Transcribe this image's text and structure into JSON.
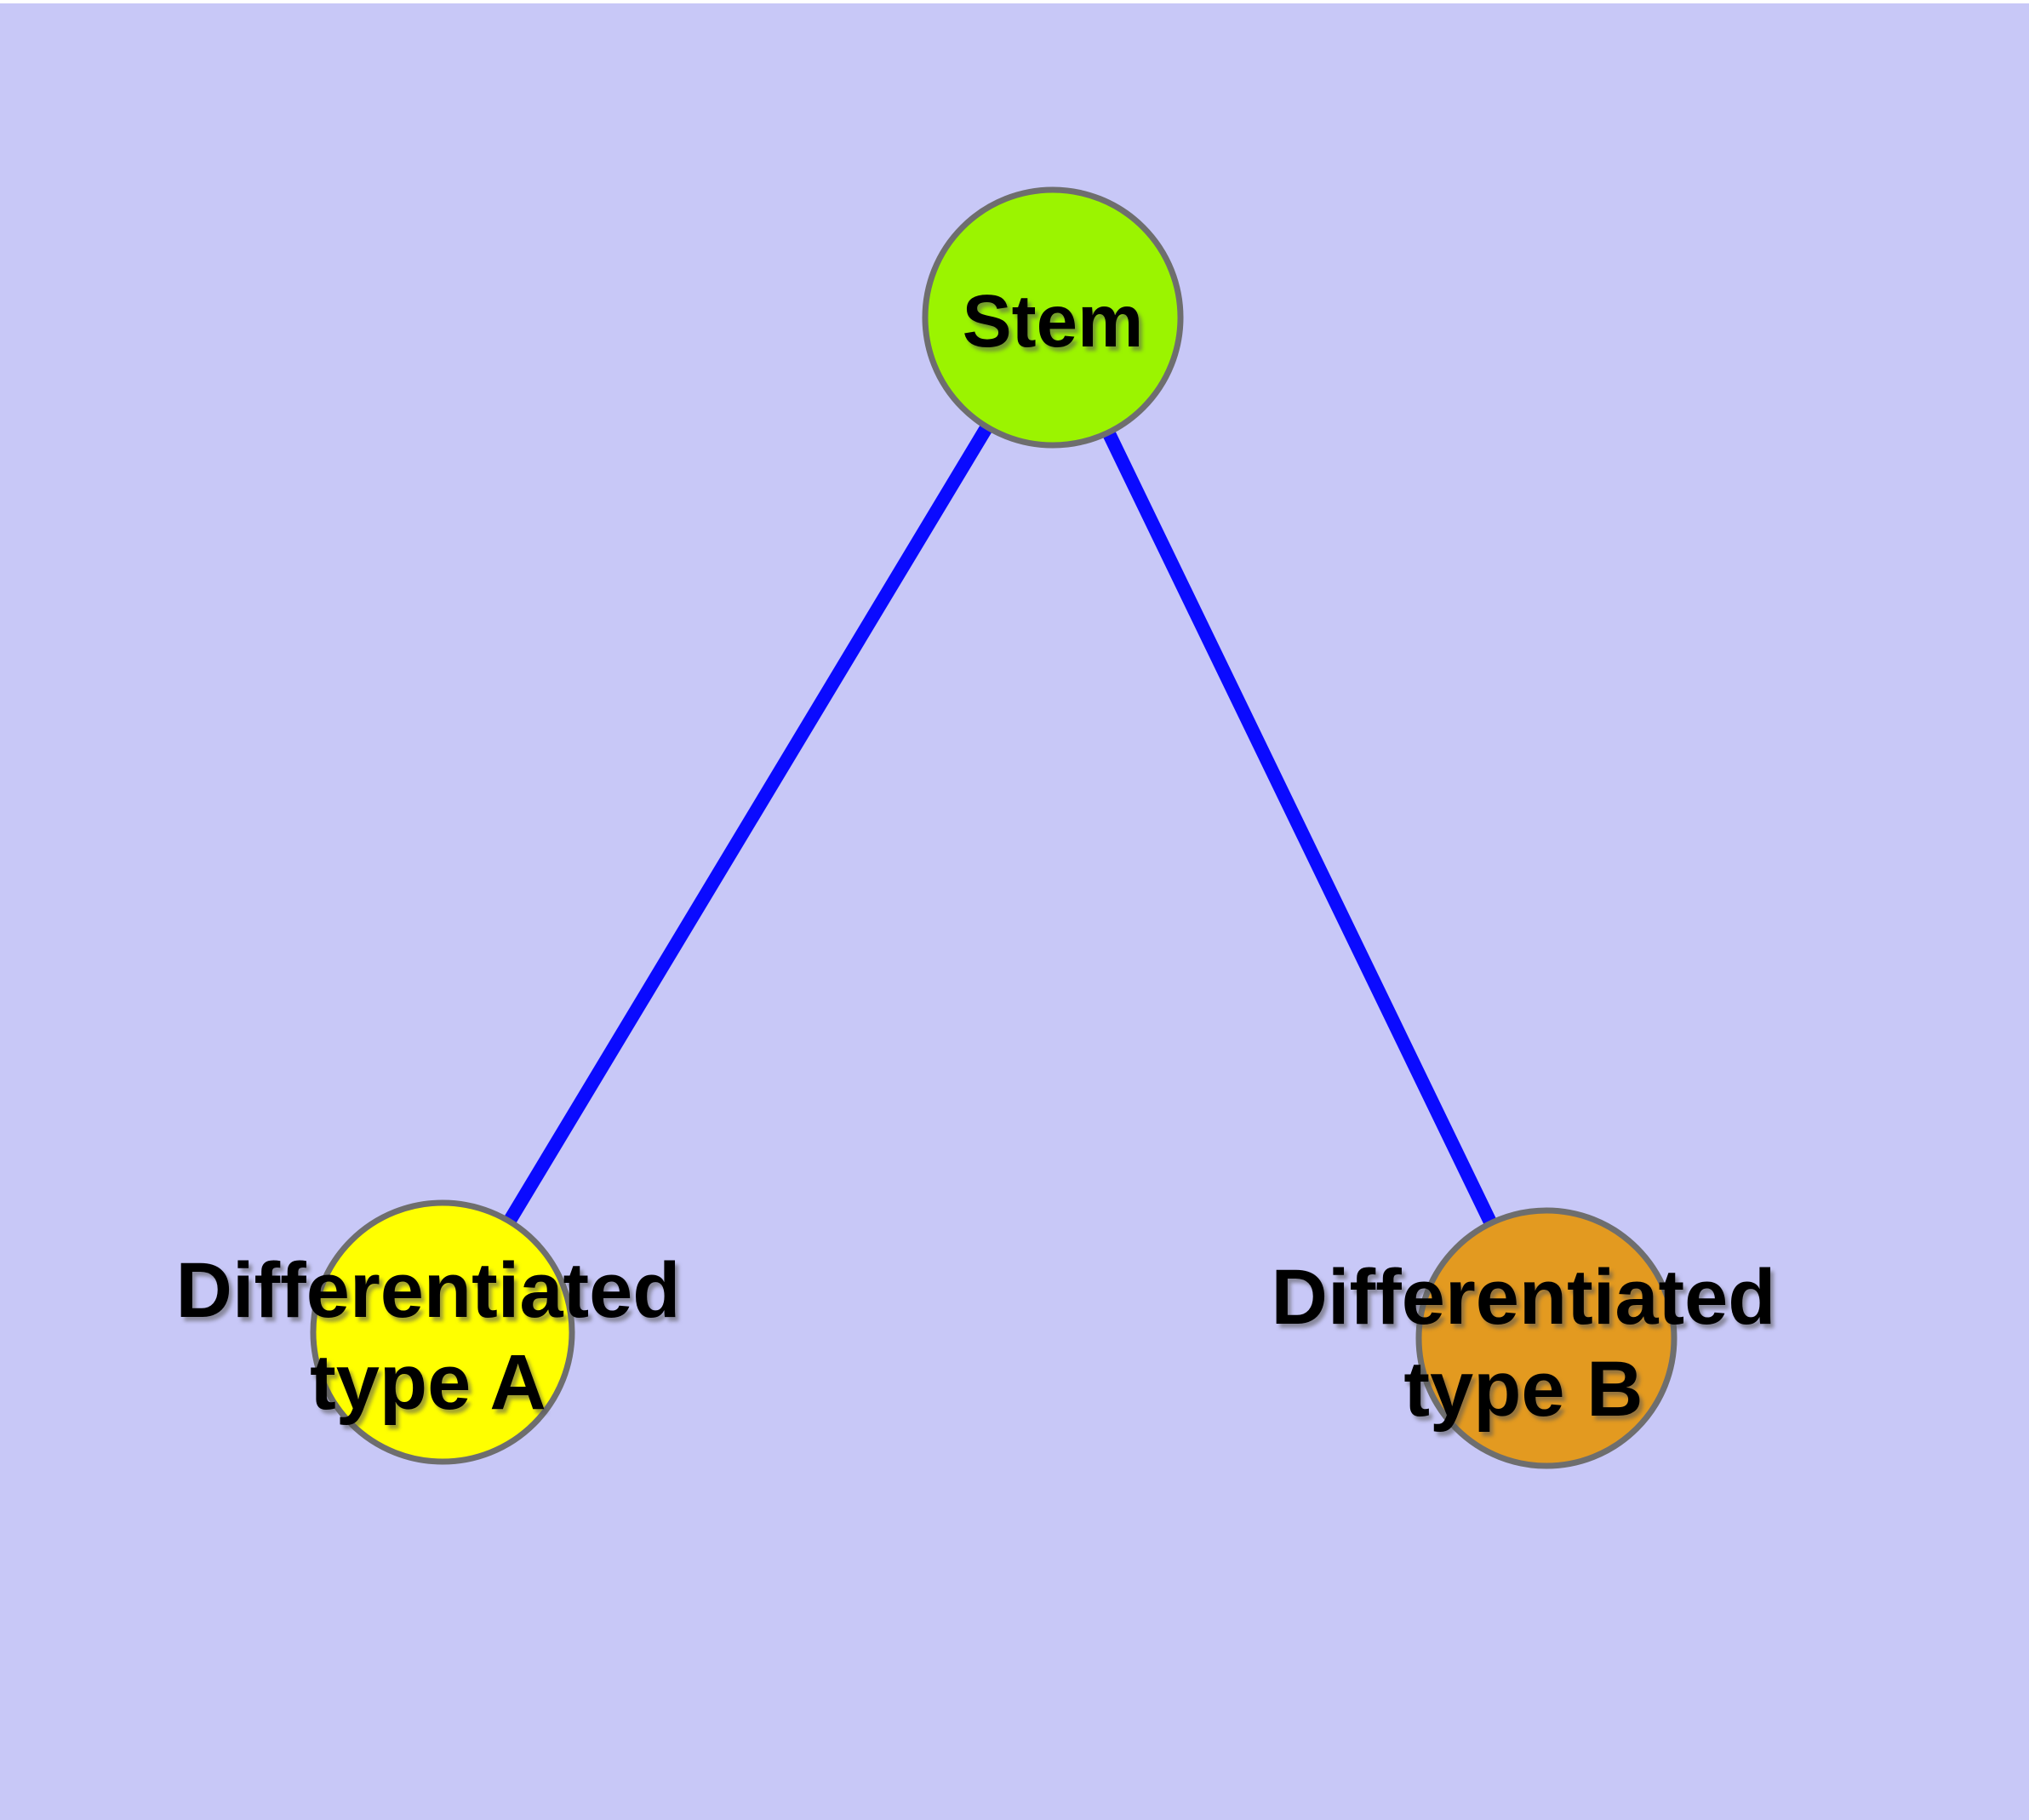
{
  "diagram": {
    "type": "node-link-graph",
    "page_color": "#FFFFFF",
    "background_color": "#C8C8F7",
    "edge_color": "#0A0AFF",
    "node_border_color": "#6E6E6E",
    "label_color": "#000000",
    "nodes": [
      {
        "id": "stem",
        "label": "Stem",
        "fill": "#9BF400"
      },
      {
        "id": "differentiated-type-a",
        "label_line1": "Differentiated",
        "label_line2": "type A",
        "fill": "#FFFF00"
      },
      {
        "id": "differentiated-type-b",
        "label_line1": "Differentiated",
        "label_line2": "type B",
        "fill": "#E39A20"
      }
    ],
    "edges": [
      {
        "from": "stem",
        "to": "differentiated-type-a"
      },
      {
        "from": "stem",
        "to": "differentiated-type-b"
      }
    ]
  }
}
